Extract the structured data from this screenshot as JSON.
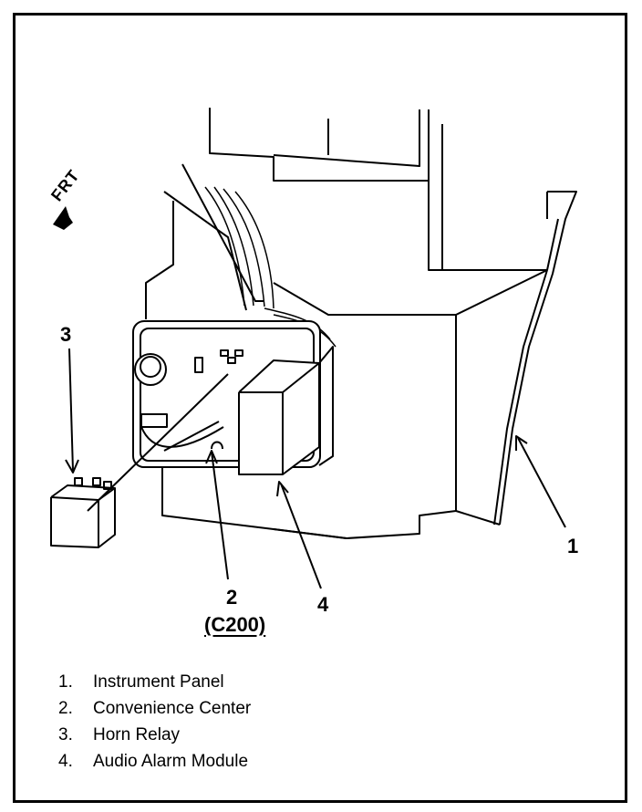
{
  "orientation": {
    "label": "FRT",
    "icon": "arrow-left-icon"
  },
  "callouts": {
    "instrument_panel": "1",
    "convenience_center": "2",
    "horn_relay": "3",
    "audio_alarm_module": "4",
    "connector": "(C200)"
  },
  "legend": [
    {
      "num": "1.",
      "label": "Instrument Panel"
    },
    {
      "num": "2.",
      "label": "Convenience Center"
    },
    {
      "num": "3.",
      "label": "Horn Relay"
    },
    {
      "num": "4.",
      "label": "Audio Alarm Module"
    }
  ]
}
